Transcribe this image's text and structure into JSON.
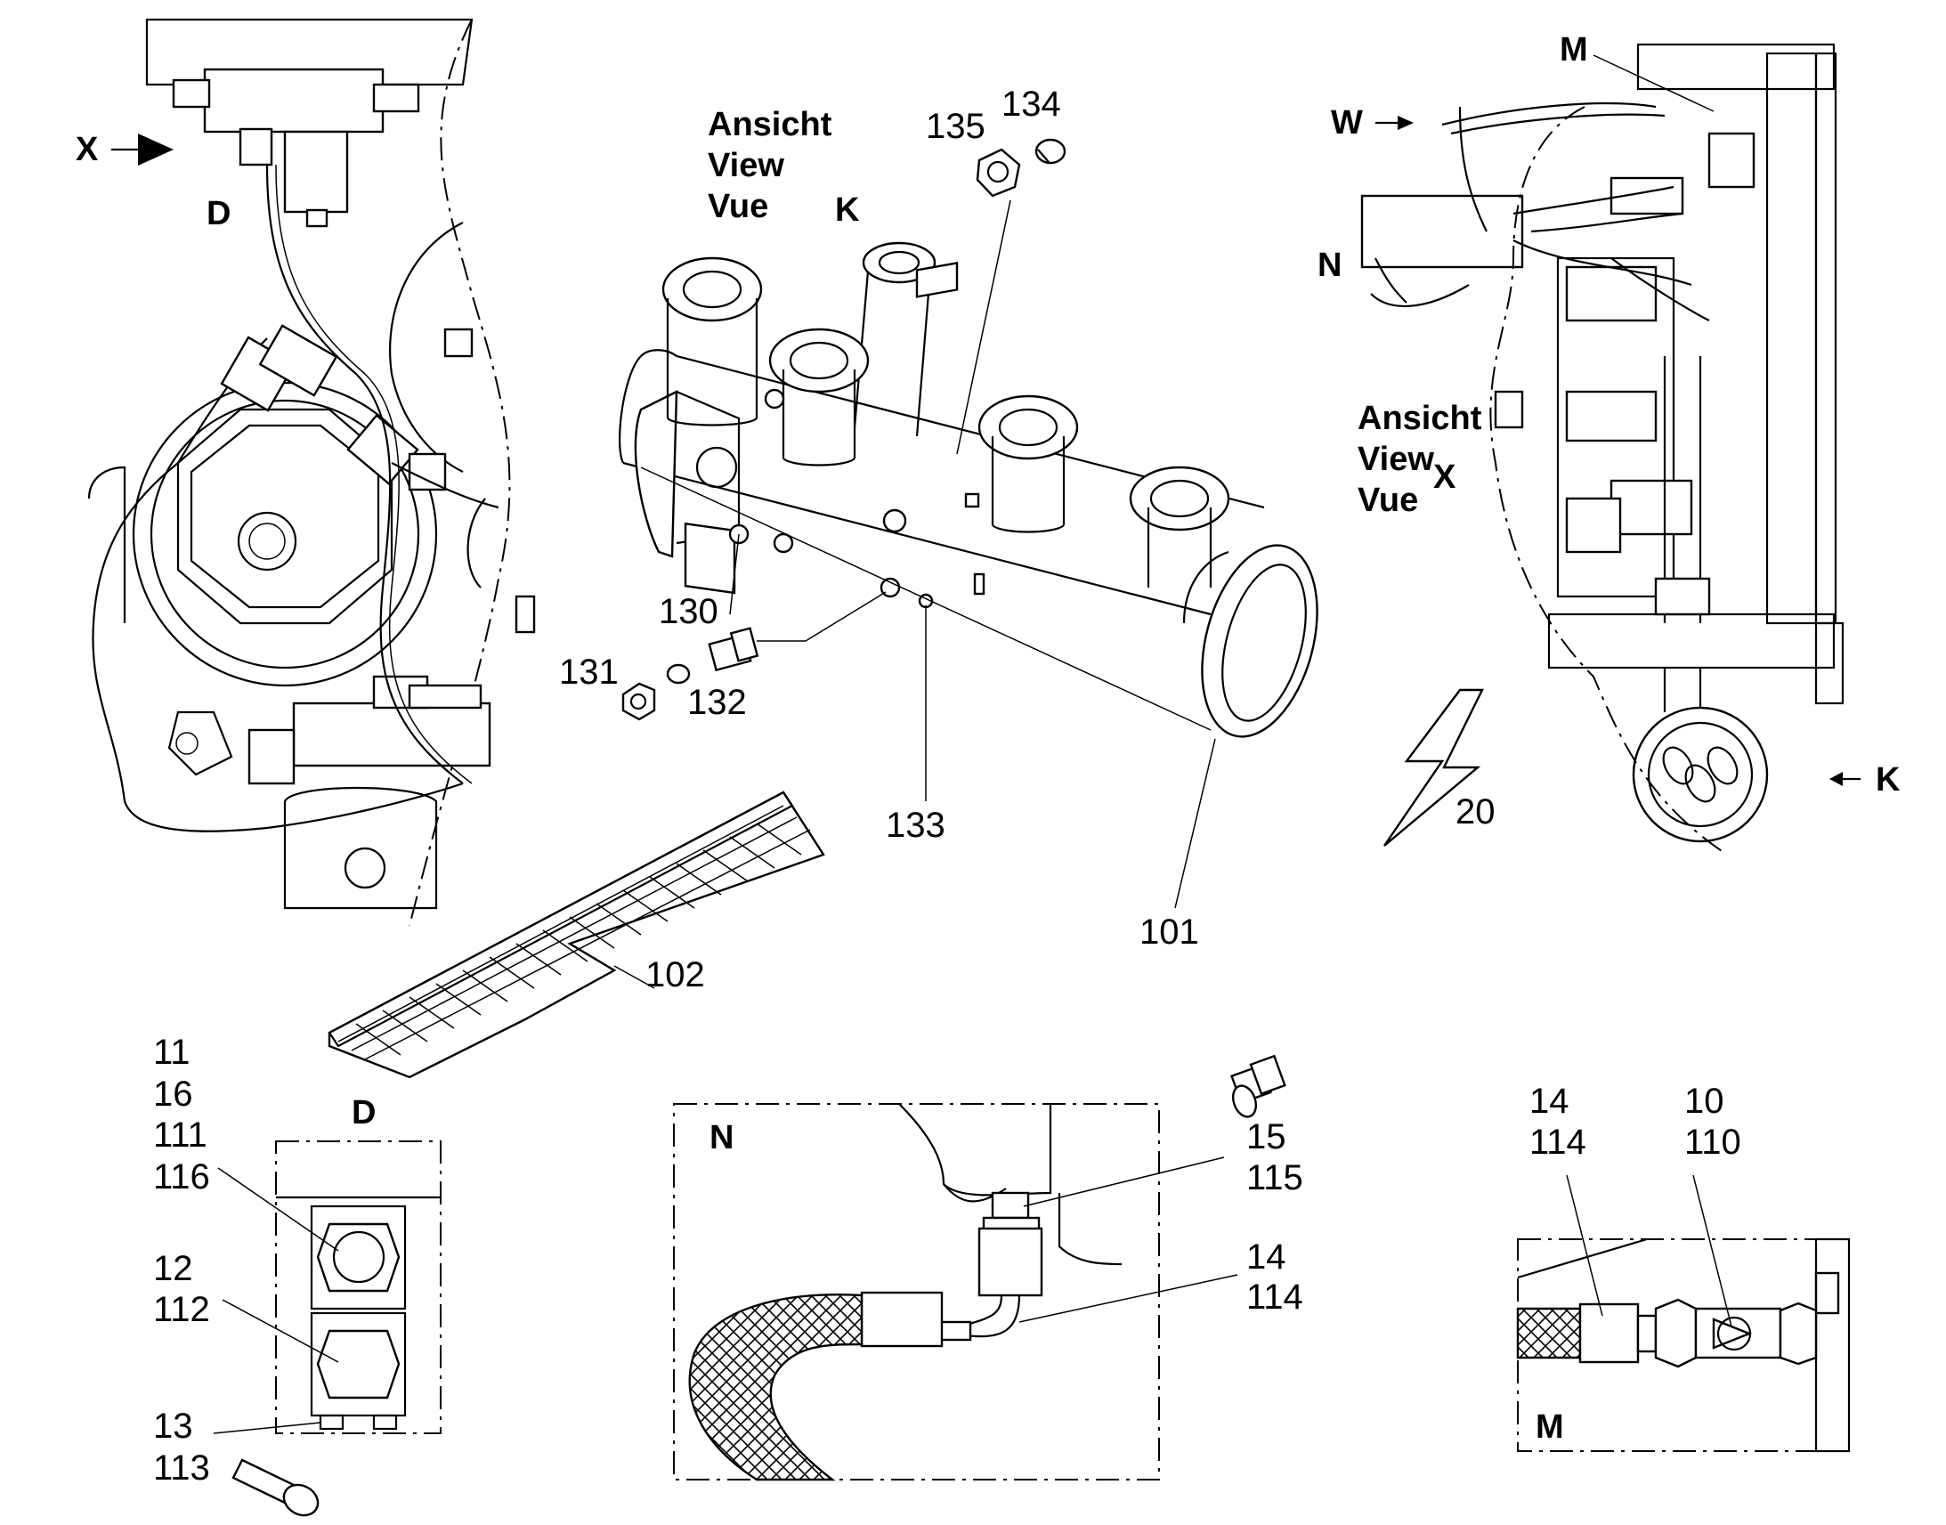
{
  "views": {
    "x_label": "X",
    "d_label": "D",
    "k_label": "K",
    "w_label": "W",
    "m_label": "M",
    "n_label": "N",
    "view_word_de": "Ansicht",
    "view_word_en": "View",
    "view_word_fr": "Vue",
    "view_x_letter": "X"
  },
  "callouts": {
    "p101": "101",
    "p102": "102",
    "p130": "130",
    "p131": "131",
    "p132": "132",
    "p133": "133",
    "p134": "134",
    "p135": "135",
    "p20": "20",
    "p11": "11",
    "p16": "16",
    "p111": "111",
    "p116": "116",
    "p12": "12",
    "p112": "112",
    "p13": "13",
    "p113": "113",
    "p15": "15",
    "p115": "115",
    "p14": "14",
    "p114": "114",
    "m14": "14",
    "m114": "114",
    "p10": "10",
    "p110": "110"
  },
  "detail_boxes": {
    "d": "D",
    "n": "N",
    "m": "M"
  },
  "symbols": {
    "lightning": "lightning-bolt-icon",
    "arrow": "arrow-right-icon"
  }
}
